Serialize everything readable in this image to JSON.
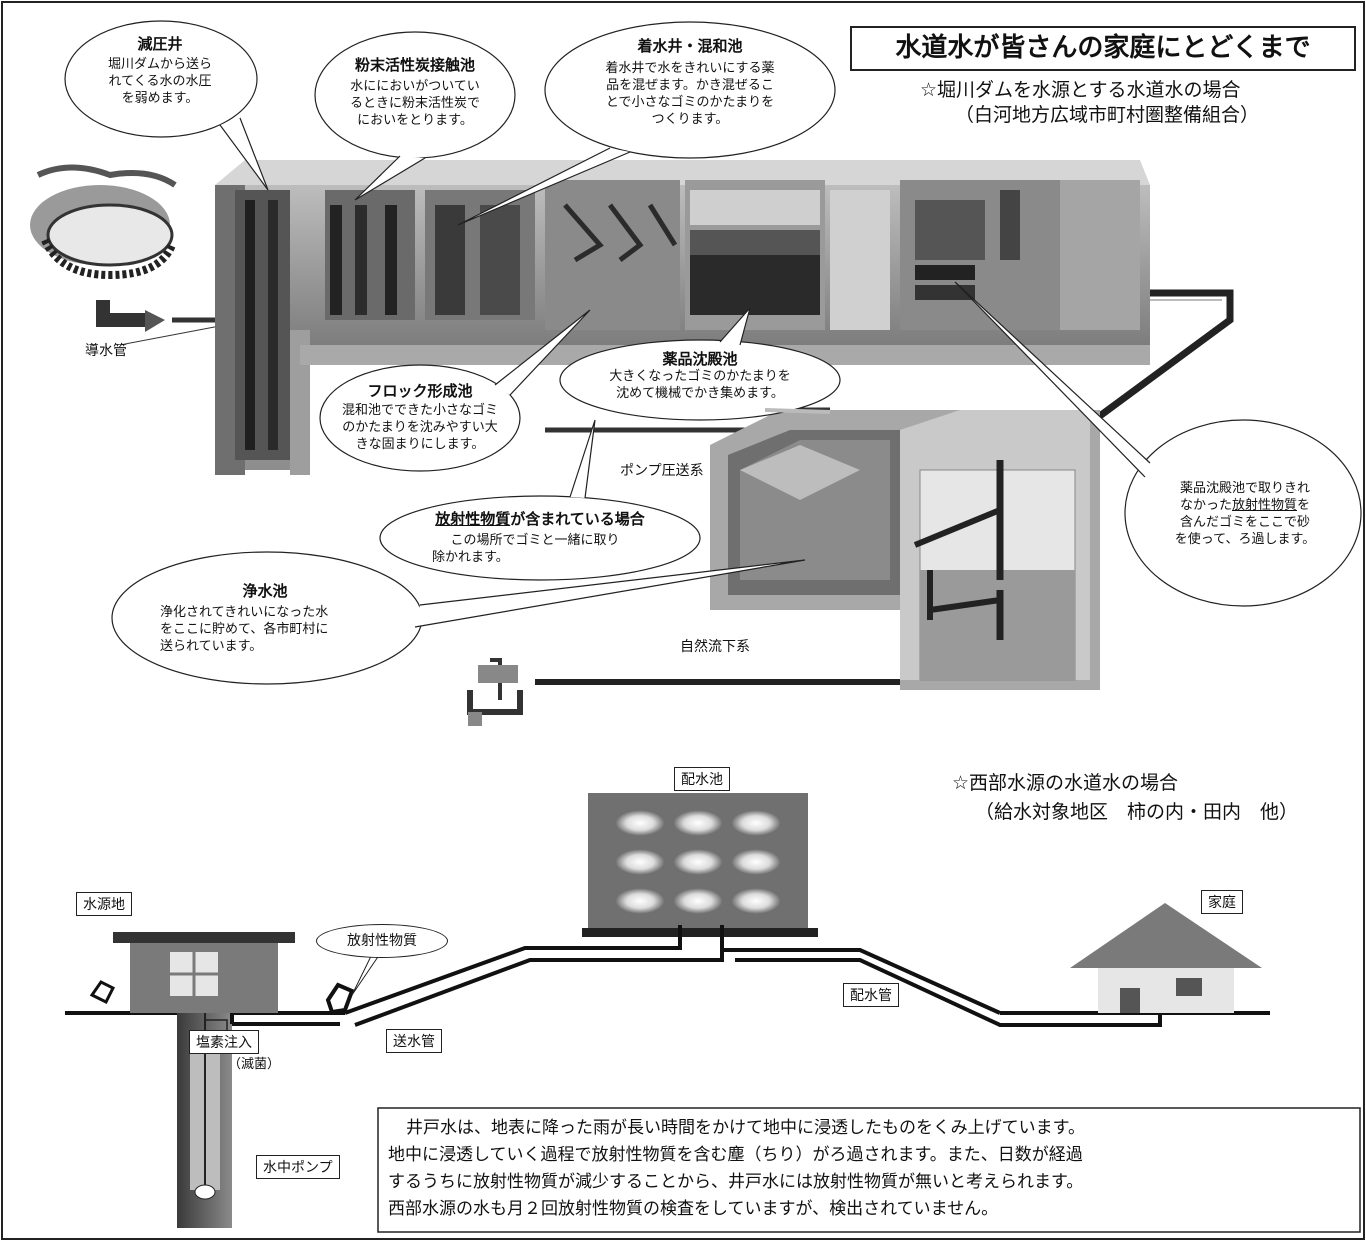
{
  "title": "水道水が皆さんの家庭にとどくまで",
  "section1": {
    "heading": "☆堀川ダムを水源とする水道水の場合",
    "subheading": "（白河地方広域市町村圏整備組合）",
    "bubbles": {
      "genatsu": {
        "title": "減圧井",
        "lines": [
          "堀川ダムから送ら",
          "れてくる水の水圧",
          "を弱めます。"
        ]
      },
      "funmatsu": {
        "title": "粉末活性炭接触池",
        "lines": [
          "水ににおいがついてい",
          "るときに粉末活性炭で",
          "においをとります。"
        ]
      },
      "chakusui": {
        "title": "着水井・混和池",
        "lines": [
          "着水井で水をきれいにする薬",
          "品を混ぜます。かき混ぜるこ",
          "とで小さなゴミのかたまりを",
          "つくります。"
        ]
      },
      "flock": {
        "title": "フロック形成池",
        "lines": [
          "混和池でできた小さなゴミ",
          "のかたまりを沈みやすい大",
          "きな固まりにします。"
        ]
      },
      "yakuhin": {
        "title": "薬品沈殿池",
        "lines": [
          "大きくなったゴミのかたまりを",
          "沈めて機械でかき集めます。"
        ]
      },
      "housha": {
        "title_u": "放射性物質",
        "title_rest": "が含まれている場合",
        "lines": [
          "この場所でゴミと一緒に取り",
          "除かれます。"
        ]
      },
      "jousui": {
        "title": "浄水池",
        "lines": [
          "浄化されてきれいになった水",
          "をここに貯めて、各市町村に",
          "送られています。"
        ]
      },
      "roka": {
        "lines": [
          "薬品沈殿池で取りきれ",
          "なかった",
          "放射性物質",
          "を",
          "含んだゴミをここで砂",
          "を使って、ろ過します。"
        ]
      }
    },
    "labels": {
      "dousuikan": "導水管",
      "pump": "ポンプ圧送系",
      "shizen": "自然流下系"
    }
  },
  "section2": {
    "heading": "☆西部水源の水道水の場合",
    "subheading": "（給水対象地区　柿の内・田内　他）",
    "labels": {
      "haisuichi": "配水池",
      "suigenchi": "水源地",
      "katei": "家庭",
      "housha": "放射性物質",
      "haisuikan": "配水管",
      "enso": "塩素注入",
      "mekkin": "（滅菌）",
      "sousuikan": "送水管",
      "pump": "水中ポンプ"
    },
    "note": [
      "井戸水は、地表に降った雨が長い時間をかけて地中に浸透したものをくみ上げています。",
      "地中に浸透していく過程で放射性物質を含む塵（ちり）がろ過されます。また、日数が経過",
      "するうちに放射性物質が減少することから、井戸水には放射性物質が無いと考えられます。",
      "西部水源の水も月２回放射性物質の検査をしていますが、検出されていません。"
    ]
  }
}
